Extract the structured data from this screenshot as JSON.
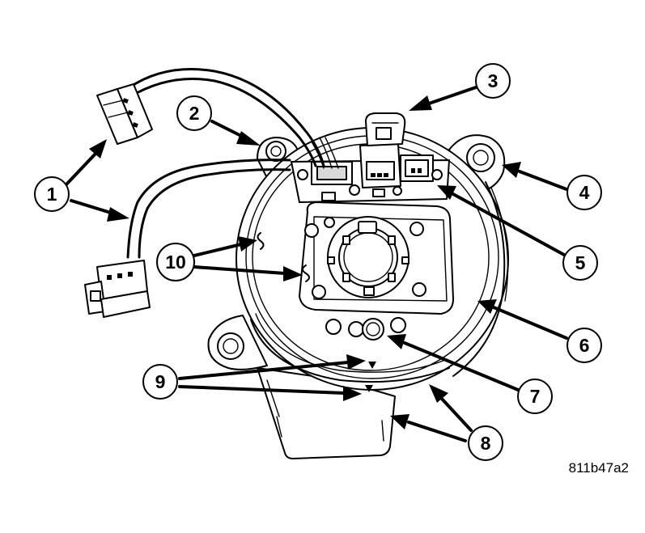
{
  "callouts": [
    {
      "number": "1"
    },
    {
      "number": "2"
    },
    {
      "number": "3"
    },
    {
      "number": "4"
    },
    {
      "number": "5"
    },
    {
      "number": "6"
    },
    {
      "number": "7"
    },
    {
      "number": "8"
    },
    {
      "number": "9"
    },
    {
      "number": "10"
    }
  ],
  "figure_id": "811b47a2"
}
